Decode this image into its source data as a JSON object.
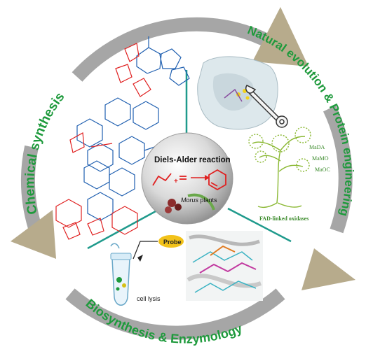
{
  "cycle": {
    "chemical_synthesis": "Chemical synthesis",
    "natural_evolution": "Natural evolution & Protein engineering",
    "biosynthesis": "Biosynthesis & Enzymology"
  },
  "center": {
    "title": "Diels-Alder reaction",
    "plants_italic": "Morus",
    "plants_rest": " plants"
  },
  "tree": {
    "enzymes": [
      "MaDA",
      "MaMO",
      "MaOC"
    ],
    "caption": "FAD-linked oxidases"
  },
  "probe": {
    "label": "Probe",
    "caption": "cell lysis"
  },
  "colors": {
    "arrow_gray": "#a6a6a6",
    "arrowhead": "#b7ab8c",
    "label_green": "#1e9a3c",
    "divider_teal": "#1f9a8c",
    "molecule_red": "#e02020",
    "molecule_blue": "#1f5fb0",
    "tree_green": "#8ab832"
  },
  "icons": [
    "wrench-icon",
    "tree-icon",
    "tube-icon",
    "protein-surface-icon",
    "docking-structure-icon"
  ]
}
